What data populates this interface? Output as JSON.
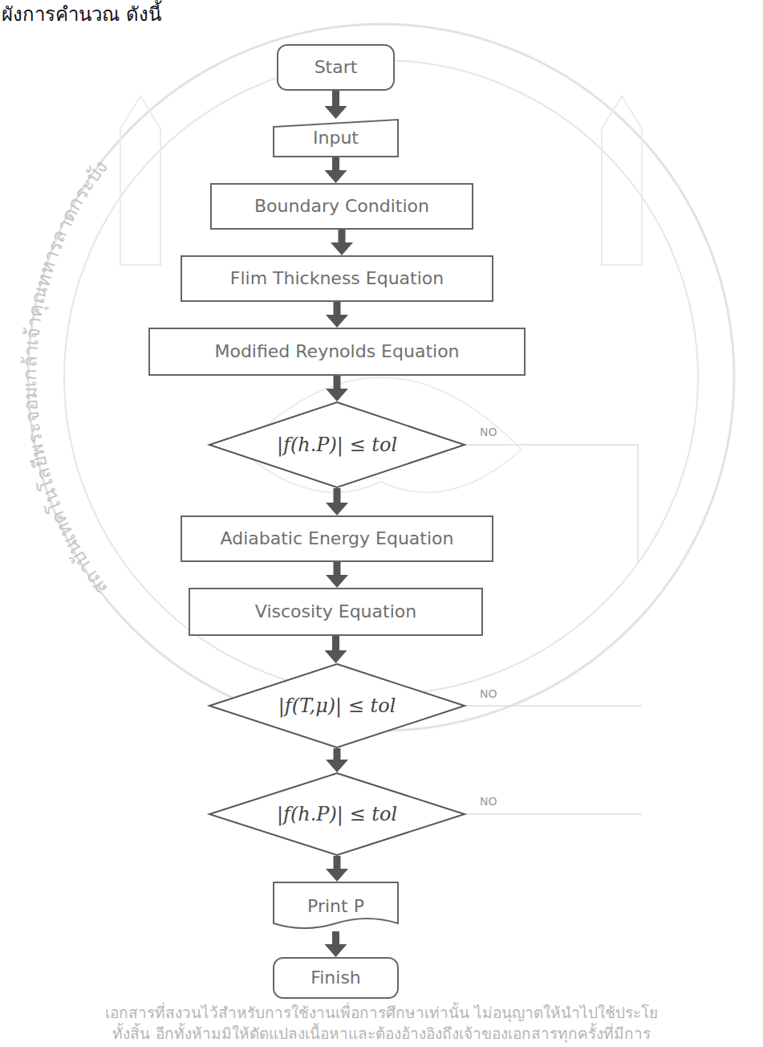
{
  "diagram": {
    "nodes": [
      {
        "text": [
          "Start"
        ]
      },
      {
        "text": [
          "Input"
        ]
      },
      {
        "text": [
          "Boundary Condition"
        ]
      },
      {
        "text": [
          "Flim Thickness Equation"
        ]
      },
      {
        "text": [
          "Modified Reynolds Equation"
        ]
      },
      {
        "text": [
          "|f(h.P)| ≤ tol"
        ]
      },
      {
        "text": [
          "Adiabatic Energy Equation"
        ]
      },
      {
        "text": [
          "Viscosity Equation"
        ]
      },
      {
        "text": [
          "|f(T,μ)| ≤ tol"
        ]
      },
      {
        "text": [
          "|f(h.P)| ≤ tol"
        ]
      },
      {
        "text": [
          "Print P"
        ]
      },
      {
        "text": [
          "Finish"
        ]
      }
    ],
    "edges": [
      {
        "from": 0,
        "to": 1,
        "arrow": "to"
      },
      {
        "from": 1,
        "to": 2,
        "arrow": "to"
      },
      {
        "from": 2,
        "to": 3,
        "arrow": "to"
      },
      {
        "from": 3,
        "to": 4,
        "arrow": "to"
      },
      {
        "from": 4,
        "to": 5,
        "arrow": "to"
      },
      {
        "from": 5,
        "to": 6,
        "arrow": "to"
      },
      {
        "from": 6,
        "to": 7,
        "arrow": "to"
      },
      {
        "from": 7,
        "to": 8,
        "arrow": "to"
      },
      {
        "from": 8,
        "to": 9,
        "arrow": "to"
      },
      {
        "from": 9,
        "to": 10,
        "arrow": "to"
      },
      {
        "from": 10,
        "to": 11,
        "arrow": "to"
      }
    ],
    "labels": [
      "ผังการคำนวณ ดังนี้",
      "NO",
      "NO",
      "NO",
      "สถาบันเทคโนโลยีพระจอมเกล้าเจ้าคุณทหารลาดกระบัง",
      "เอกสารที่สงวนไว้สำหรับการใช้งานเพื่อการศึกษาเท่านั้น ไม่อนุญาตให้นำไปใช้ประโย",
      "ทั้งสิ้น อีกทั้งห้ามมิให้ดัดแปลงเนื้อหาและต้องอ้างอิงถึงเจ้าของเอกสารทุกครั้งที่มีการ"
    ]
  }
}
